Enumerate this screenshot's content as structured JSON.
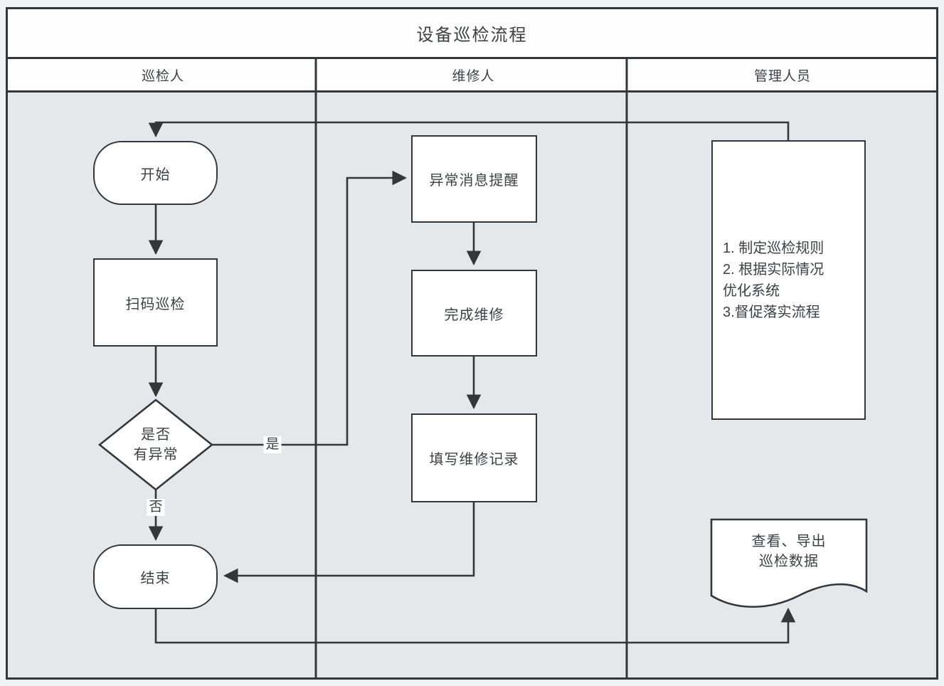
{
  "title": "设备巡检流程",
  "lanes": [
    {
      "label": "巡检人"
    },
    {
      "label": "维修人"
    },
    {
      "label": "管理人员"
    }
  ],
  "nodes": {
    "start": {
      "label": "开始",
      "type": "terminator"
    },
    "scan": {
      "label": "扫码巡检",
      "type": "process"
    },
    "decision": {
      "line1": "是否",
      "line2": "有异常",
      "type": "decision"
    },
    "end": {
      "label": "结束",
      "type": "terminator"
    },
    "alert": {
      "label": "异常消息提醒",
      "type": "process"
    },
    "repair": {
      "label": "完成维修",
      "type": "process"
    },
    "record": {
      "label": "填写维修记录",
      "type": "process"
    },
    "rules": {
      "lines": [
        "1. 制定巡检规则",
        "2. 根据实际情况",
        "优化系统",
        "3.督促落实流程"
      ],
      "type": "process"
    },
    "export": {
      "line1": "查看、导出",
      "line2": "巡检数据",
      "type": "document"
    }
  },
  "edge_labels": {
    "yes": "是",
    "no": "否"
  },
  "colors": {
    "page_bg": "#f0f2f4",
    "lane_bg": "#e4e8eb",
    "node_bg": "#ffffff",
    "line": "#33373a",
    "text": "#3d4145"
  }
}
